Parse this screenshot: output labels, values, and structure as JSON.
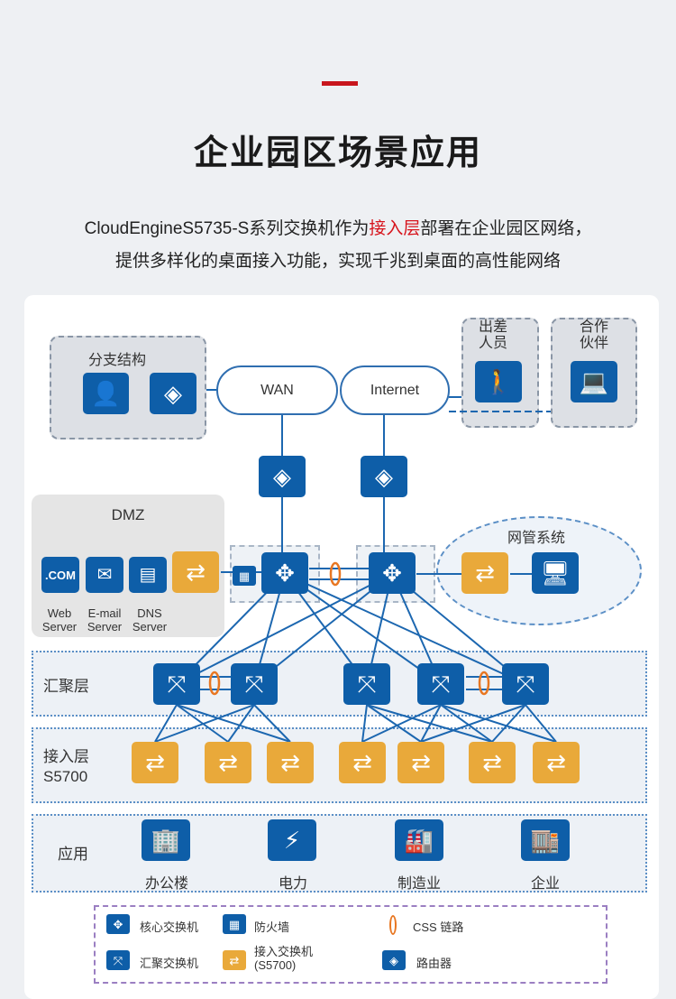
{
  "header": {
    "title": "企业园区场景应用",
    "desc_line1_pre": "CloudEngineS5735-S系列交换机作为",
    "desc_line1_highlight": "接入层",
    "desc_line1_post": "部署在企业园区网络，",
    "desc_line2": "提供多样化的桌面接入功能，实现千兆到桌面的高性能网络"
  },
  "diagram": {
    "branch_label": "分支结构",
    "wan_label": "WAN",
    "internet_label": "Internet",
    "travel_label": "出差\n人员",
    "partner_label": "合作\n伙伴",
    "dmz_label": "DMZ",
    "dmz_servers": [
      {
        "icon": ".COM",
        "label": "Web\nServer"
      },
      {
        "icon": "✉",
        "label": "E-mail\nServer"
      },
      {
        "icon": "▤",
        "label": "DNS\nServer"
      }
    ],
    "nms_label": "网管系统",
    "layers": {
      "aggregation": "汇聚层",
      "access": "接入层\nS5700",
      "application": "应用"
    },
    "applications": [
      {
        "icon": "Manager",
        "label": "办公楼"
      },
      {
        "icon": "Electricity",
        "label": "电力"
      },
      {
        "icon": "Manufacture",
        "label": "制造业"
      },
      {
        "icon": "Enterprise",
        "label": "企业"
      }
    ]
  },
  "legend": [
    {
      "icon": "core-switch",
      "label": "核心交换机"
    },
    {
      "icon": "firewall",
      "label": "防火墙"
    },
    {
      "icon": "css-link",
      "label": "CSS 链路"
    },
    {
      "icon": "aggregation-switch",
      "label": "汇聚交换机"
    },
    {
      "icon": "access-switch",
      "label": "接入交换机\n(S5700)"
    },
    {
      "icon": "router",
      "label": "路由器"
    }
  ],
  "colors": {
    "accent_red": "#c8161d",
    "device_blue": "#0e5ea8",
    "access_orange": "#e9a93a",
    "css_link": "#e87722"
  }
}
